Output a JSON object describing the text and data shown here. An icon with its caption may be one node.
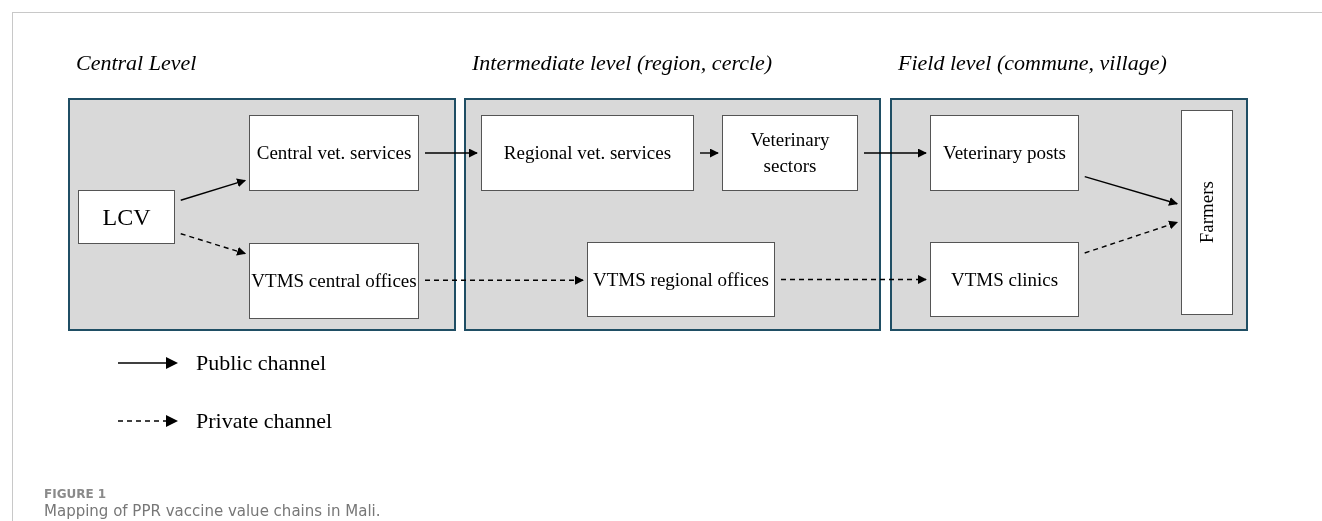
{
  "diagram": {
    "caption": "Mapping of PPR vaccine value chains in Mali.",
    "nodes": [
      {
        "text": [
          "Central Level"
        ]
      },
      {
        "text": [
          "LCV"
        ],
        "in": 0
      },
      {
        "text": [
          "Central vet. services"
        ],
        "in": 0
      },
      {
        "text": [
          "VTMS central offices"
        ],
        "in": 0
      },
      {
        "text": [
          "Intermediate level (region, cercle)"
        ]
      },
      {
        "text": [
          "Regional vet. services"
        ],
        "in": 4
      },
      {
        "text": [
          "Veterinary sectors"
        ],
        "in": 4
      },
      {
        "text": [
          "VTMS regional offices"
        ],
        "in": 4
      },
      {
        "text": [
          "Field level (commune, village)"
        ]
      },
      {
        "text": [
          "Veterinary posts"
        ],
        "in": 8
      },
      {
        "text": [
          "VTMS clinics"
        ],
        "in": 8
      },
      {
        "text": [
          "Farmers"
        ],
        "in": 8
      }
    ],
    "edges": [
      {
        "from": 1,
        "to": 2,
        "arrow": "to"
      },
      {
        "from": 1,
        "to": 3,
        "arrow": "to",
        "style": "dashed"
      },
      {
        "from": 2,
        "to": 5,
        "arrow": "to"
      },
      {
        "from": 5,
        "to": 6,
        "arrow": "to"
      },
      {
        "from": 6,
        "to": 9,
        "arrow": "to"
      },
      {
        "from": 9,
        "to": 11,
        "arrow": "to"
      },
      {
        "from": 3,
        "to": 7,
        "arrow": "to",
        "style": "dashed"
      },
      {
        "from": 7,
        "to": 10,
        "arrow": "to",
        "style": "dashed"
      },
      {
        "from": 10,
        "to": 11,
        "arrow": "to",
        "style": "dashed"
      }
    ],
    "labels": [
      "FIGURE 1"
    ],
    "legend": [
      {
        "text": "Public channel"
      },
      {
        "text": "Private channel"
      }
    ]
  }
}
